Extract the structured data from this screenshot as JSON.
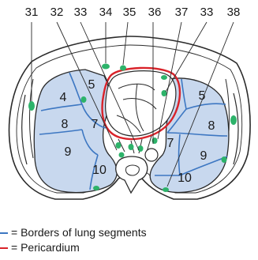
{
  "colors": {
    "lung": "#c8d8ee",
    "border": "#3d77c2",
    "pericardium": "#d9232a",
    "node": "#2db36a",
    "outline": "#2a2a2a"
  },
  "top_labels": [
    "31",
    "32",
    "33",
    "34",
    "35",
    "36",
    "37",
    "33",
    "38"
  ],
  "segments": {
    "left_5": "5",
    "left_4": "4",
    "left_8": "8",
    "left_7": "7",
    "left_9": "9",
    "left_10": "10",
    "right_5": "5",
    "right_8": "8",
    "right_7": "7",
    "right_9": "9",
    "right_10": "10"
  },
  "legend": {
    "borders": "= Borders of lung segments",
    "pericardium": "= Pericardium"
  }
}
